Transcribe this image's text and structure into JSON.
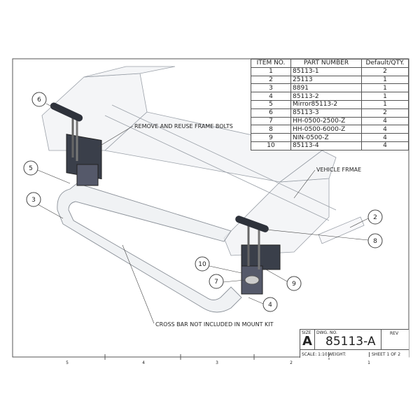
{
  "bom": {
    "headers": [
      "ITEM NO.",
      "PART NUMBER",
      "Default/QTY."
    ],
    "rows": [
      [
        "1",
        "85113-1",
        "2"
      ],
      [
        "2",
        "25113",
        "1"
      ],
      [
        "3",
        "8891",
        "1"
      ],
      [
        "4",
        "85113-2",
        "1"
      ],
      [
        "5",
        "Mirror85113-2",
        "1"
      ],
      [
        "6",
        "85113-3",
        "2"
      ],
      [
        "7",
        "HH-0500-2500-Z",
        "4"
      ],
      [
        "8",
        "HH-0500-6000-Z",
        "4"
      ],
      [
        "9",
        "NIN-0500-Z",
        "4"
      ],
      [
        "10",
        "85113-4",
        "4"
      ]
    ]
  },
  "notes": {
    "frame_bolts": "REMOVE AND REUSE FRAME BOLTS",
    "vehicle_frame": "VEHICLE FRMAE",
    "cross_bar": "CROSS BAR NOT INCLUDED IN MOUNT KIT"
  },
  "balloons": [
    "6",
    "5",
    "3",
    "2",
    "8",
    "10",
    "7",
    "9",
    "4"
  ],
  "title_block": {
    "size_label": "SIZE",
    "size": "A",
    "dwg_label": "DWG. NO.",
    "dwg_no": "85113-A",
    "rev_label": "REV",
    "scale": "SCALE: 1:10",
    "weight": "WEIGHT:",
    "sheet": "SHEET 1 OF 2"
  },
  "zones": [
    "5",
    "4",
    "3",
    "2",
    "1"
  ]
}
